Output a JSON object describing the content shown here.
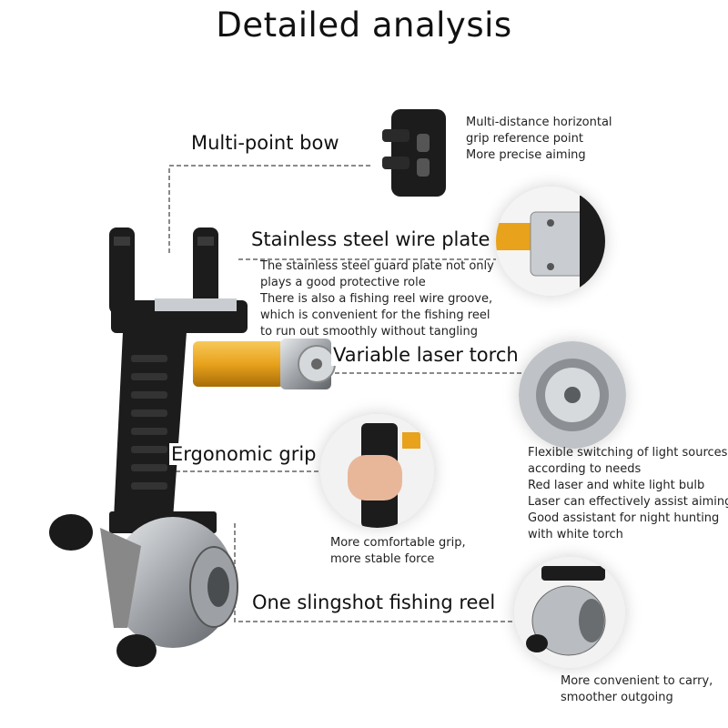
{
  "title": "Detailed analysis",
  "features": {
    "bow": {
      "label": "Multi-point bow",
      "desc": [
        "Multi-distance horizontal",
        "grip reference point",
        "More precise aiming"
      ]
    },
    "plate": {
      "label": "Stainless steel wire plate",
      "desc": [
        "The stainless steel guard plate not only",
        "plays a good protective role",
        "There is also a fishing reel wire groove,",
        "which is convenient for the fishing reel",
        "to run out smoothly without tangling"
      ]
    },
    "torch": {
      "label": "Variable laser torch",
      "desc": [
        "Flexible switching of light sources",
        "according to needs",
        "Red laser and white light bulb",
        "Laser can effectively assist aiming",
        "Good assistant for night hunting",
        "with white torch"
      ]
    },
    "grip": {
      "label": "Ergonomic grip",
      "desc": [
        "More comfortable grip,",
        "more stable force"
      ]
    },
    "reel": {
      "label": "One slingshot fishing reel",
      "desc": [
        "More convenient to carry,",
        "smoother outgoing"
      ]
    }
  },
  "colors": {
    "body": "#1c1c1c",
    "gold": "#e8a21c",
    "metal": "#b9bcc0",
    "line": "#8a8a8a"
  }
}
